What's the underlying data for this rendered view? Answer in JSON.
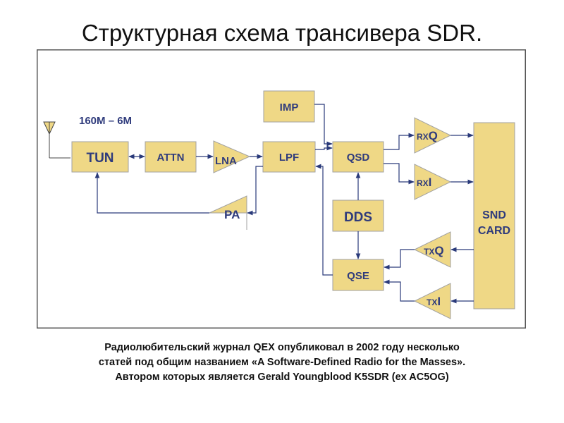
{
  "title": "Структурная схема трансивера SDR.",
  "diagram": {
    "band": "160M – 6M",
    "blocks": {
      "tun": "TUN",
      "attn": "ATTN",
      "lpf": "LPF",
      "imp": "IMP",
      "qsd": "QSD",
      "dds": "DDS",
      "qse": "QSE",
      "snd_line1": "SND",
      "snd_line2": "CARD"
    },
    "amps": {
      "lna": "LNA",
      "pa": "PA",
      "rxq_prefix": "RX",
      "rxq_letter": "Q",
      "rxi_prefix": "RX",
      "rxi_letter": "I",
      "txq_prefix": "TX",
      "txq_letter": "Q",
      "txi_prefix": "TX",
      "txi_letter": "I"
    }
  },
  "caption": {
    "line1": "Радиолюбительский журнал QEX  опубликовал в 2002 году несколько",
    "line2": "статей под общим названием «A Software-Defined Radio for the Masses».",
    "line3": "Автором которых является Gerald Youngblood K5SDR (ex AC5OG)"
  }
}
